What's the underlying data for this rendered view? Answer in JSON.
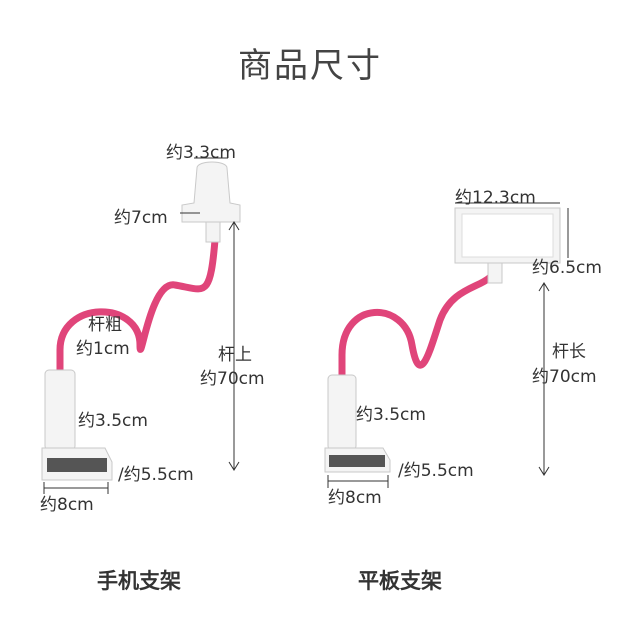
{
  "page": {
    "title": "商品尺寸"
  },
  "colors": {
    "tube": "#e0457a",
    "plastic": "#f4f4f4",
    "plastic_edge": "#c9c9c9",
    "dark_part": "#555555",
    "line": "#333333"
  },
  "phone_holder": {
    "caption": "手机支架",
    "clip_width": "约3.3cm",
    "clip_height": "约7cm",
    "rod_thickness_label": "杆粗",
    "rod_thickness_value": "约1cm",
    "rod_length_label": "杆上",
    "rod_length_value": "约70cm",
    "base_height": "约3.5cm",
    "clamp_opening": "/约5.5cm",
    "base_width": "约8cm"
  },
  "tablet_holder": {
    "caption": "平板支架",
    "clip_width": "约12.3cm",
    "clip_height": "约6.5cm",
    "rod_length_label": "杆长",
    "rod_length_value": "约70cm",
    "base_height": "约3.5cm",
    "clamp_opening": "/约5.5cm",
    "base_width": "约8cm"
  }
}
